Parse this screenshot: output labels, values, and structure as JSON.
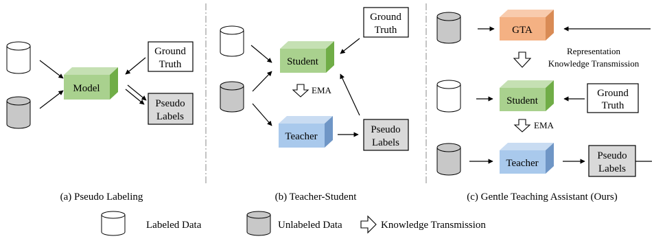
{
  "panel_a": {
    "model": "Model",
    "ground_truth_l1": "Ground",
    "ground_truth_l2": "Truth",
    "pseudo_l1": "Pseudo",
    "pseudo_l2": "Labels",
    "caption": "(a) Pseudo Labeling"
  },
  "panel_b": {
    "student": "Student",
    "teacher": "Teacher",
    "ema": "EMA",
    "ground_truth_l1": "Ground",
    "ground_truth_l2": "Truth",
    "pseudo_l1": "Pseudo",
    "pseudo_l2": "Labels",
    "caption": "(b) Teacher-Student"
  },
  "panel_c": {
    "gta": "GTA",
    "rep_l1": "Representation",
    "rep_l2": "Knowledge Transmission",
    "student": "Student",
    "teacher": "Teacher",
    "ema": "EMA",
    "ground_truth_l1": "Ground",
    "ground_truth_l2": "Truth",
    "pseudo_l1": "Pseudo",
    "pseudo_l2": "Labels",
    "caption": "(c) Gentle Teaching Assistant (Ours)"
  },
  "legend": {
    "labeled": "Labeled Data",
    "unlabeled": "Unlabeled Data",
    "transmission": "Knowledge Transmission"
  },
  "colors": {
    "green_front": "#a9d18e",
    "green_top": "#c5e0b3",
    "green_side": "#70ad47",
    "blue_front": "#a9c9ec",
    "blue_top": "#c9dcf2",
    "blue_side": "#6f96c6",
    "orange_front": "#f4b183",
    "orange_top": "#f8cbad",
    "orange_side": "#d98b55",
    "cylinder_gray": "#c8c8c8",
    "box_gray": "#d9d9d9"
  }
}
